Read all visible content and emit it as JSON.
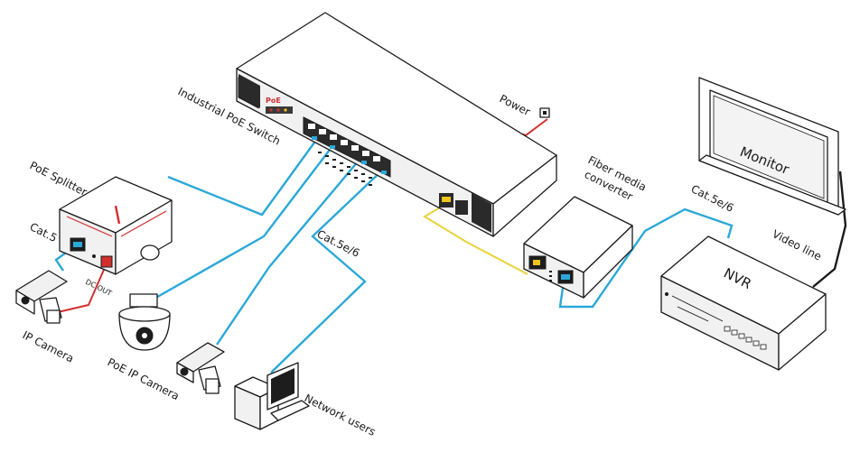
{
  "labels": {
    "switch": "Industrial PoE  Switch",
    "power": "Power",
    "poe_splitter": "PoE Splitter",
    "cat5": "Cat.5",
    "dc_out": "DC OUT",
    "ip_camera": "IP Camera",
    "poe_ip_camera": "PoE IP Camera",
    "cat5e6_users": "Cat.5e/6",
    "network_users": "Network users",
    "fiber_media_converter_line1": "Fiber media",
    "fiber_media_converter_line2": "converter",
    "cat5e6_nvr": "Cat.5e/6",
    "monitor": "Monitor",
    "video_line": "Video line",
    "nvr": "NVR",
    "switch_badge": "PoE"
  },
  "colors": {
    "ethernet_cable": "#2ba8d8",
    "fiber_cable": "#e8d23a",
    "power_cable": "#d32f2f",
    "outline": "#1a1a1a",
    "accent_red": "#d32f2f"
  }
}
